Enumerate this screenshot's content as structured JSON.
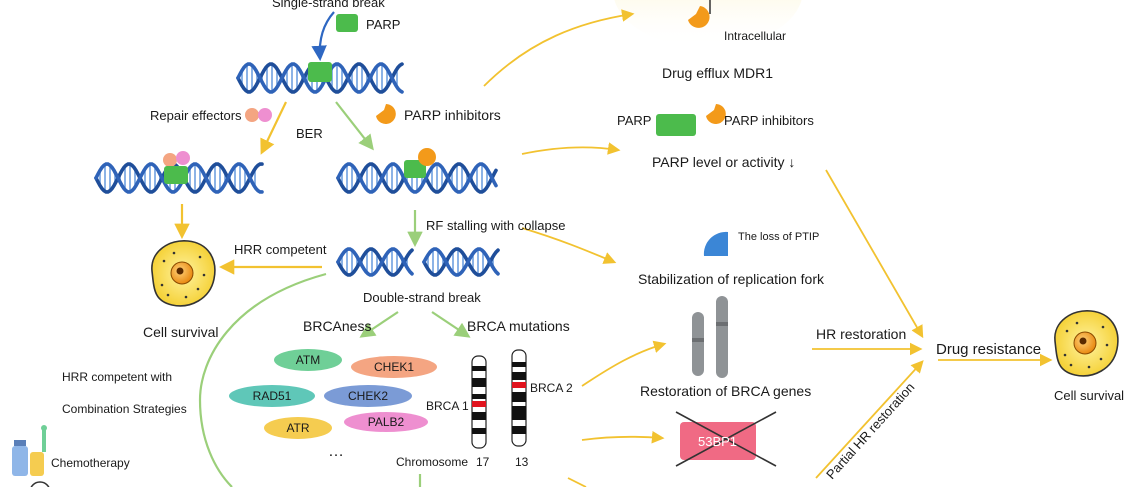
{
  "labels": {
    "single_strand_break": "Single-strand break",
    "parp_top": "PARP",
    "repair_effectors": "Repair effectors",
    "parp_inhibitors_mid": "PARP inhibitors",
    "ber": "BER",
    "rf_stalling": "RF stalling with collapse",
    "hrr_competent": "HRR competent",
    "double_strand_break": "Double-strand break",
    "cell_survival_left": "Cell survival",
    "brcaness": "BRCAness",
    "brca_mutations": "BRCA mutations",
    "hrr_combination_1": "HRR competent with",
    "hrr_combination_2": "Combination Strategies",
    "chemotherapy": "Chemotherapy",
    "intracellular": "Intracellular",
    "drug_efflux": "Drug efflux MDR1",
    "parp_right": "PARP",
    "parp_inhibitors_right": "PARP inhibitors",
    "parp_level": "PARP level or activity ↓",
    "loss_of_ptip": "The loss of PTIP",
    "stabilization": "Stabilization of replication fork",
    "restoration_brca": "Restoration of BRCA genes",
    "hr_restoration": "HR restoration",
    "partial_hr": "Partial  HR restoration",
    "drug_resistance": "Drug resistance",
    "cell_survival_right": "Cell survival",
    "label_53bp1": "53BP1",
    "brca1": "BRCA 1",
    "brca2": "BRCA 2",
    "chromosome": "Chromosome",
    "chr17": "17",
    "chr13": "13",
    "ellipsis": "…"
  },
  "proteins": [
    {
      "label": "ATM",
      "color": "#6fcf97"
    },
    {
      "label": "CHEK1",
      "color": "#f4a582"
    },
    {
      "label": "RAD51",
      "color": "#5fc7b8"
    },
    {
      "label": "CHEK2",
      "color": "#7b9bd6"
    },
    {
      "label": "ATR",
      "color": "#f5cc50"
    },
    {
      "label": "PALB2",
      "color": "#ee8fd0"
    }
  ],
  "colors": {
    "dna_dark": "#1f4e9a",
    "dna_light": "#6fa0e0",
    "arrow_yellow": "#f2c230",
    "arrow_green": "#9bcf7a",
    "arrow_blue": "#2e67c2",
    "parp_green": "#4cbb4c",
    "inhibitor_orange": "#f39a1a",
    "box_53bp1": "#f06a84"
  }
}
